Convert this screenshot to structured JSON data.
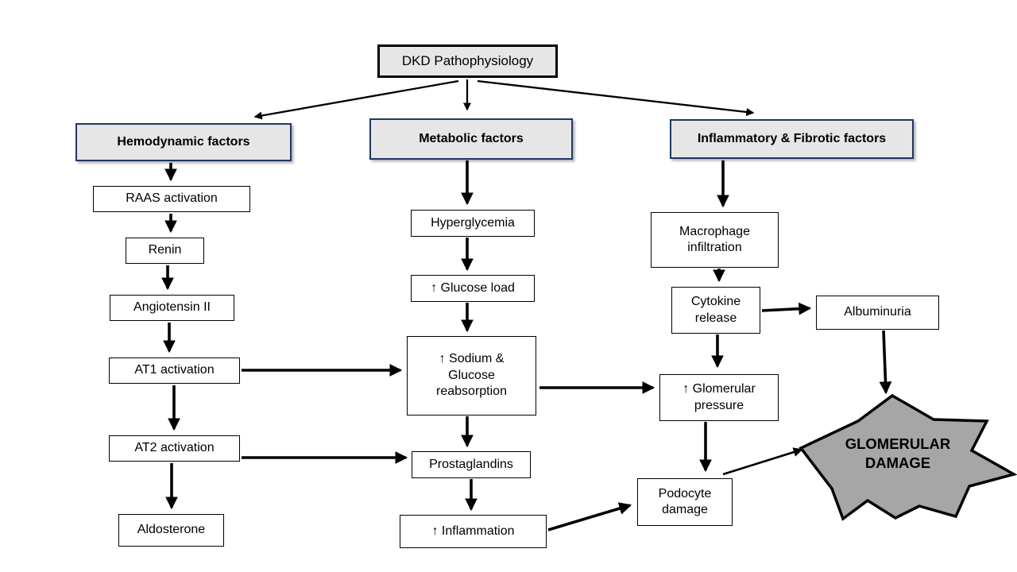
{
  "title": "DKD Pathophysiology",
  "headers": {
    "hemodynamic": "Hemodynamic factors",
    "metabolic": "Metabolic factors",
    "inflammatory": "Inflammatory & Fibrotic factors"
  },
  "nodes": {
    "raas": "RAAS activation",
    "renin": "Renin",
    "angiotensin2": "Angiotensin II",
    "at1": "AT1 activation",
    "at2": "AT2 activation",
    "aldosterone": "Aldosterone",
    "hyperglycemia": "Hyperglycemia",
    "glucose_load": "↑ Glucose load",
    "sodium_glucose": "↑ Sodium &\nGlucose\nreabsorption",
    "prostaglandins": "Prostaglandins",
    "inflammation": "↑  Inflammation",
    "macrophage": "Macrophage\ninfiltration",
    "cytokine": "Cytokine\nrelease",
    "albuminuria": "Albuminuria",
    "glomerular_pressure": "↑ Glomerular\npressure",
    "podocyte": "Podocyte\ndamage",
    "outcome": "GLOMERULAR\nDAMAGE"
  },
  "colors": {
    "title_fill": "#e7e6e6",
    "title_border": "#000000",
    "header_fill": "#e7e6e6",
    "header_border": "#1f3864",
    "node_fill": "#ffffff",
    "node_border": "#000000",
    "arrow": "#000000",
    "star_fill": "#a6a6a6",
    "star_border": "#000000"
  },
  "edges": [
    {
      "from": "dkd",
      "to": "hemodynamic"
    },
    {
      "from": "dkd",
      "to": "metabolic"
    },
    {
      "from": "dkd",
      "to": "inflammatory"
    },
    {
      "from": "hemodynamic",
      "to": "raas"
    },
    {
      "from": "raas",
      "to": "renin"
    },
    {
      "from": "renin",
      "to": "angiotensin2"
    },
    {
      "from": "angiotensin2",
      "to": "at1"
    },
    {
      "from": "at1",
      "to": "at2"
    },
    {
      "from": "at2",
      "to": "aldosterone"
    },
    {
      "from": "at1",
      "to": "sodium_glucose"
    },
    {
      "from": "at2",
      "to": "prostaglandins"
    },
    {
      "from": "metabolic",
      "to": "hyperglycemia"
    },
    {
      "from": "hyperglycemia",
      "to": "glucose_load"
    },
    {
      "from": "glucose_load",
      "to": "sodium_glucose"
    },
    {
      "from": "sodium_glucose",
      "to": "prostaglandins"
    },
    {
      "from": "prostaglandins",
      "to": "inflammation"
    },
    {
      "from": "sodium_glucose",
      "to": "glomerular_pressure"
    },
    {
      "from": "inflammation",
      "to": "podocyte"
    },
    {
      "from": "inflammatory",
      "to": "macrophage"
    },
    {
      "from": "macrophage",
      "to": "cytokine"
    },
    {
      "from": "cytokine",
      "to": "albuminuria"
    },
    {
      "from": "cytokine",
      "to": "glomerular_pressure"
    },
    {
      "from": "albuminuria",
      "to": "outcome"
    },
    {
      "from": "glomerular_pressure",
      "to": "podocyte"
    },
    {
      "from": "podocyte",
      "to": "outcome"
    }
  ]
}
